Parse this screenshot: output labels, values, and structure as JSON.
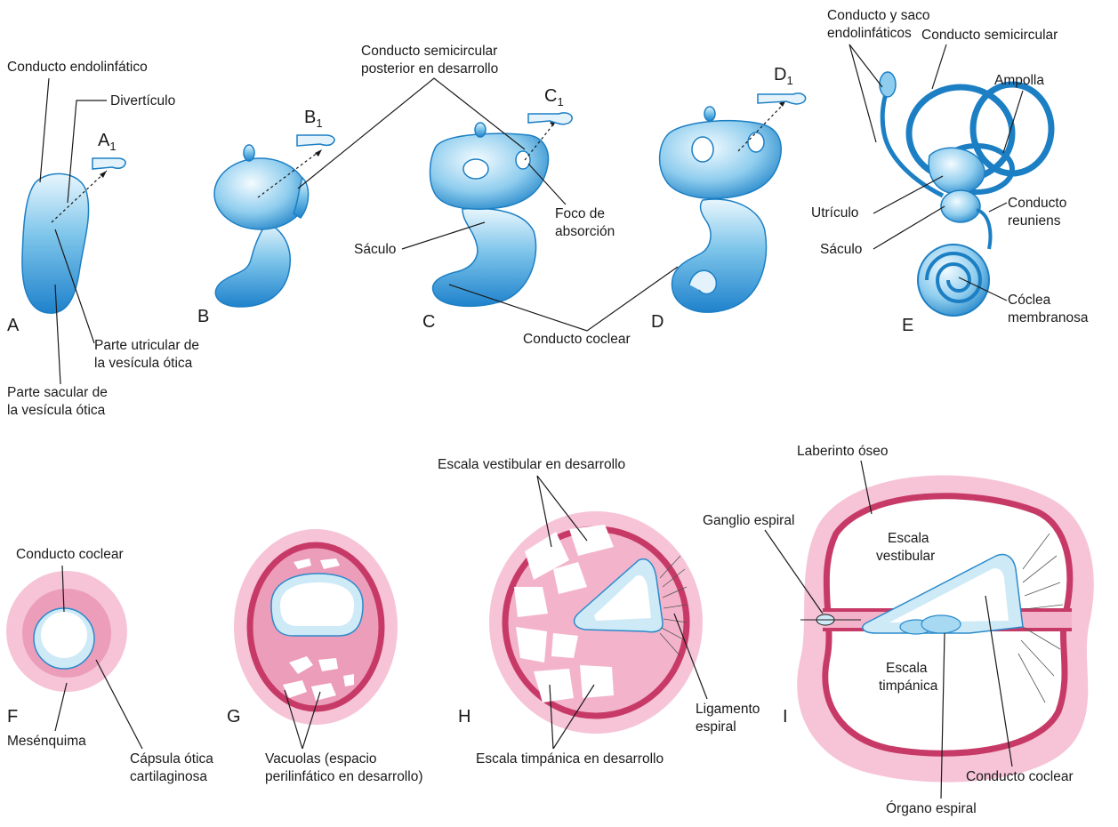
{
  "panels": {
    "A": {
      "letter": "A",
      "sub": "A",
      "subnum": "1"
    },
    "B": {
      "letter": "B",
      "sub": "B",
      "subnum": "1"
    },
    "C": {
      "letter": "C",
      "sub": "C",
      "subnum": "1"
    },
    "D": {
      "letter": "D",
      "sub": "D",
      "subnum": "1"
    },
    "E": {
      "letter": "E"
    },
    "F": {
      "letter": "F"
    },
    "G": {
      "letter": "G"
    },
    "H": {
      "letter": "H"
    },
    "I": {
      "letter": "I"
    }
  },
  "labels": {
    "conducto_endolinfatico": "Conducto endolinfático",
    "diverticulo": "Divertículo",
    "parte_utricular_1": "Parte utricular de",
    "parte_utricular_2": "la vesícula ótica",
    "parte_sacular_1": "Parte sacular de",
    "parte_sacular_2": "la vesícula ótica",
    "semicircular_post_1": "Conducto semicircular",
    "semicircular_post_2": "posterior en desarrollo",
    "foco_1": "Foco de",
    "foco_2": "absorción",
    "saculo_c": "Sáculo",
    "conducto_coclear_cd": "Conducto coclear",
    "conducto_saco_1": "Conducto y saco",
    "conducto_saco_2": "endolinfáticos",
    "conducto_semicircular": "Conducto semicircular",
    "ampolla": "Ampolla",
    "utriculo": "Utrículo",
    "conducto_reuniens_1": "Conducto",
    "conducto_reuniens_2": "reuniens",
    "saculo_e": "Sáculo",
    "coclea_1": "Cóclea",
    "coclea_2": "membranosa",
    "conducto_coclear_f": "Conducto coclear",
    "mesenquima": "Mesénquima",
    "capsula_1": "Cápsula ótica",
    "capsula_2": "cartilaginosa",
    "vacuolas_1": "Vacuolas (espacio",
    "vacuolas_2": "perilinfático en desarrollo)",
    "escala_vest_des": "Escala vestibular en desarrollo",
    "escala_timp_des": "Escala timpánica en desarrollo",
    "ligamento_1": "Ligamento",
    "ligamento_2": "espiral",
    "laberinto": "Laberinto óseo",
    "ganglio": "Ganglio espiral",
    "escala_vest_1": "Escala",
    "escala_vest_2": "vestibular",
    "escala_timp_1": "Escala",
    "escala_timp_2": "timpánica",
    "conducto_coclear_i": "Conducto coclear",
    "organo": "Órgano espiral"
  },
  "colors": {
    "membrane_blue": "#1c7fc4",
    "lumen_blue": "#cfeaf7",
    "mesenchyme_pink": "#f6c4d6",
    "capsule_red": "#c73a67"
  }
}
